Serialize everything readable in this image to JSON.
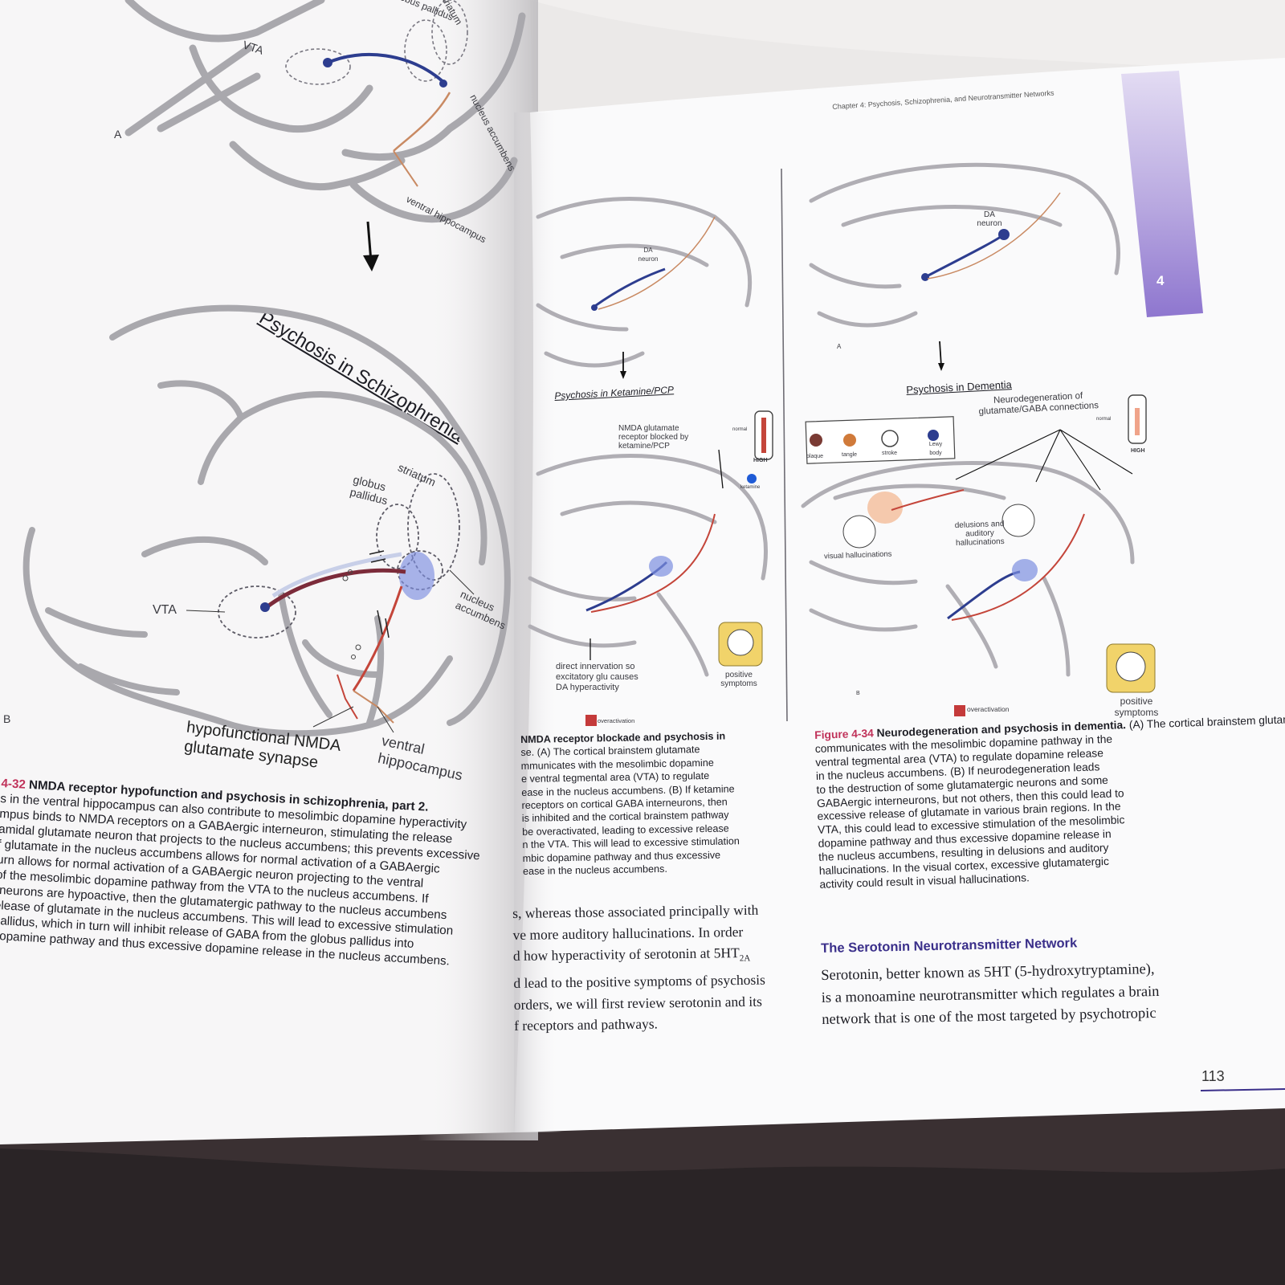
{
  "left_page": {
    "top_labels": {
      "vta": "VTA",
      "globus_pallidus": "globus pallidus",
      "striatum": "striatum",
      "nucleus_accumbens": "nucleus accumbens",
      "ventral_hippocampus": "ventral hippocampus",
      "panel": "A"
    },
    "title": "Psychosis in Schizophrenia",
    "bottom_labels": {
      "globus_pallidus": "globus pallidus",
      "striatum": "striatum",
      "vta": "VTA",
      "nucleus_accumbens": "nucleus accumbens",
      "ventral_hippocampus": "ventral hippocampus",
      "hypofunctional": "hypofunctional NMDA glutamate synapse",
      "panel": "B"
    },
    "caption": {
      "figure_label": "4-32",
      "bold_title": "NMDA receptor hypofunction and psychosis in schizophrenia, part 2.",
      "lines": [
        "s in the ventral hippocampus can also contribute to mesolimbic dopamine hyperactivity",
        "mpus binds to NMDA receptors on a GABAergic interneuron, stimulating the release",
        "amidal glutamate neuron that projects to the nucleus accumbens; this prevents excessive",
        "f glutamate in the nucleus accumbens allows for normal activation of a GABAergic",
        "urn allows for normal activation of a GABAergic neuron projecting to the ventral",
        "of the mesolimbic dopamine pathway from the VTA to the nucleus accumbens. If",
        "rneurons are hypoactive, then the glutamatergic pathway to the nucleus accumbens",
        "elease of glutamate in the nucleus accumbens. This will lead to excessive stimulation",
        "pallidus, which in turn will inhibit release of GABA from the globus pallidus into",
        "dopamine pathway and thus excessive dopamine release in the nucleus accumbens."
      ]
    }
  },
  "right_page": {
    "header": "Chapter 4: Psychosis, Schizophrenia, and Neurotransmitter Networks",
    "chapter_tab": "4",
    "page_number": "113",
    "ketamine_figure": {
      "da_neuron": "DA neuron",
      "title": "Psychosis in Ketamine/PCP",
      "nmda_label": "NMDA glutamate receptor blocked by ketamine/PCP",
      "thermo_normal": "normal",
      "thermo_high": "HIGH",
      "ketamine": "ketamine",
      "direct_innervation": "direct innervation so excitatory glu causes DA hyperactivity",
      "positive_symptoms": "positive symptoms",
      "overactivation": "overactivation"
    },
    "ketamine_caption": [
      "NMDA receptor blockade and psychosis in",
      "se. (A) The cortical brainstem glutamate",
      "mmunicates with the mesolimbic dopamine",
      "e ventral tegmental area (VTA) to regulate",
      "ease in the nucleus accumbens. (B) If ketamine",
      "receptors on cortical GABA interneurons, then",
      "is inhibited and the cortical brainstem pathway",
      "be overactivated, leading to excessive release",
      "n the VTA. This will lead to excessive stimulation",
      "mbic dopamine pathway and thus excessive",
      "ease in the nucleus accumbens."
    ],
    "body_text_lines": [
      "s, whereas those associated principally with",
      "ve more auditory hallucinations. In order",
      "d how hyperactivity of serotonin at 5HT",
      "d lead to the positive symptoms of psychosis",
      "orders, we will first review serotonin and its",
      "f receptors and pathways."
    ],
    "subscript_2a": "2A",
    "dementia_figure": {
      "da_neuron": "DA neuron",
      "panel_a": "A",
      "title": "Psychosis in Dementia",
      "neurodegeneration": "Neurodegeneration of glutamate/GABA connections",
      "thermo_normal": "normal",
      "thermo_high": "HIGH",
      "legend": [
        "plaque",
        "tangle",
        "stroke",
        "Lewy body"
      ],
      "delusions": "delusions and auditory hallucinations",
      "visual_hallucinations": "visual hallucinations",
      "panel_b": "B",
      "overactivation": "overactivation",
      "positive_symptoms": "positive symptoms"
    },
    "dementia_caption": {
      "figure_label": "Figure 4-34",
      "bold_title": "Neurodegeneration and psychosis in dementia.",
      "lines": [
        "(A) The cortical brainstem glutamate projection",
        "communicates with the mesolimbic dopamine pathway in the",
        "ventral tegmental area (VTA) to regulate dopamine release",
        "in the nucleus accumbens. (B) If neurodegeneration leads",
        "to the destruction of some glutamatergic neurons and some",
        "GABAergic interneurons, but not others, then this could lead to",
        "excessive release of glutamate in various brain regions. In the",
        "VTA, this could lead to excessive stimulation of the mesolimbic",
        "dopamine pathway and thus excessive dopamine release in",
        "the nucleus accumbens, resulting in delusions and auditory",
        "hallucinations. In the visual cortex, excessive glutamatergic",
        "activity could result in visual hallucinations."
      ]
    },
    "section_heading": "The Serotonin Neurotransmitter Network",
    "section_text_lines": [
      "Serotonin, better known as 5HT (5-hydroxytryptamine),",
      "is a monoamine neurotransmitter which regulates a brain",
      "network that is one of the most targeted by psychotropic"
    ]
  },
  "colors": {
    "caption_label": "#c0325a",
    "heading": "#3a2f8a",
    "tab": "#7d63c4",
    "dopamine": "#2d3d8f",
    "glutamate": "#c4453a",
    "gaba": "#c98a63"
  }
}
